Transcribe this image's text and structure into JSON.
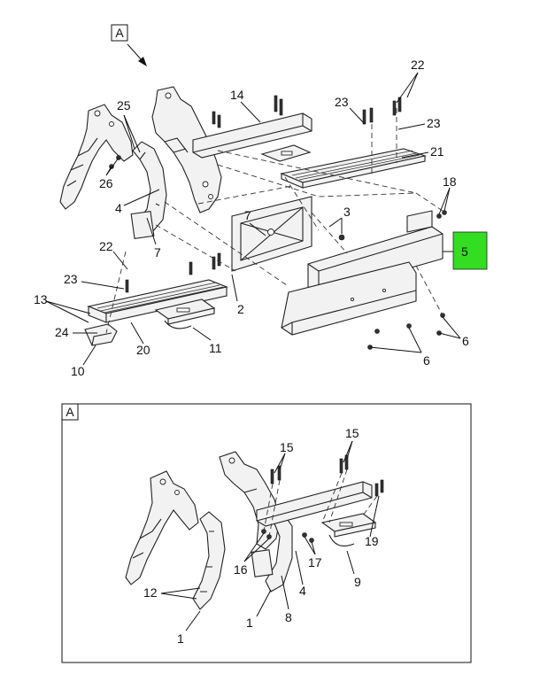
{
  "view_marker": {
    "label": "A"
  },
  "detail_view": {
    "label": "A"
  },
  "highlight": {
    "label": "5",
    "color": "#33dd22"
  },
  "callouts_top": {
    "c2": "2",
    "c3": "3",
    "c4": "4",
    "c6a": "6",
    "c6b": "6",
    "c7a": "7",
    "c7b": "7",
    "c10": "10",
    "c11": "11",
    "c13": "13",
    "c14": "14",
    "c18": "18",
    "c20": "20",
    "c21": "21",
    "c22a": "22",
    "c22b": "22",
    "c23a": "23",
    "c23b": "23",
    "c23c": "23",
    "c24": "24",
    "c25": "25",
    "c26": "26"
  },
  "callouts_detail": {
    "c1a": "1",
    "c1b": "1",
    "c4": "4",
    "c8": "8",
    "c9": "9",
    "c12": "12",
    "c15a": "15",
    "c15b": "15",
    "c16": "16",
    "c17": "17",
    "c19": "19"
  }
}
